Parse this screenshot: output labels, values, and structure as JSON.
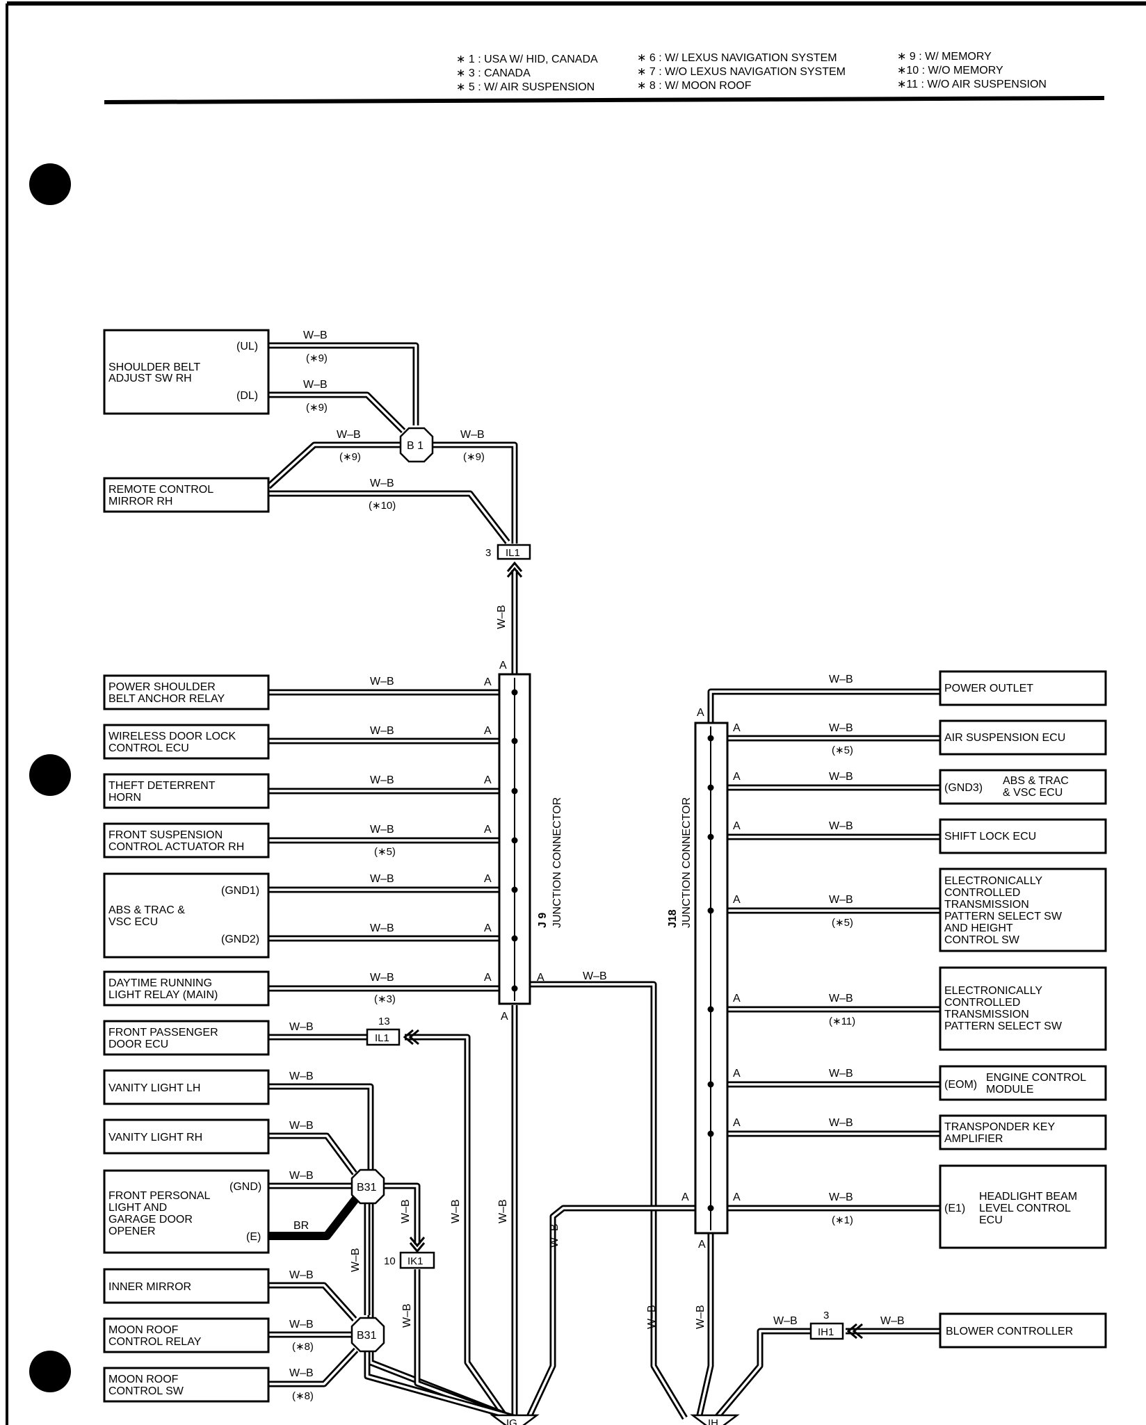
{
  "notes": [
    [
      "∗ 1 : USA W/ HID, CANADA",
      "∗ 3 : CANADA",
      "∗ 5 : W/ AIR SUSPENSION"
    ],
    [
      "∗ 6 : W/ LEXUS NAVIGATION SYSTEM",
      "∗ 7 : W/O LEXUS NAVIGATION SYSTEM",
      "∗ 8 : W/ MOON ROOF"
    ],
    [
      "∗ 9 : W/ MEMORY",
      "∗10 : W/O MEMORY",
      "∗11 : W/O AIR SUSPENSION"
    ]
  ],
  "wire_color": "W–B",
  "black_wire_color": "BR",
  "left_components": {
    "shoulder_belt": {
      "lines": [
        "SHOULDER BELT",
        "ADJUST SW RH"
      ],
      "pin_ul": "(UL)",
      "pin_dl": "(DL)"
    },
    "remote_mirror": {
      "lines": [
        "REMOTE CONTROL",
        "MIRROR RH"
      ]
    },
    "power_shoulder": {
      "lines": [
        "POWER SHOULDER",
        "BELT ANCHOR RELAY"
      ]
    },
    "wireless_door": {
      "lines": [
        "WIRELESS DOOR LOCK",
        "CONTROL ECU"
      ]
    },
    "theft_horn": {
      "lines": [
        "THEFT DETERRENT",
        "HORN"
      ]
    },
    "front_susp": {
      "lines": [
        "FRONT SUSPENSION",
        "CONTROL ACTUATOR RH"
      ]
    },
    "abs_left": {
      "lines": [
        "ABS & TRAC &",
        "VSC ECU"
      ],
      "pin_gnd1": "(GND1)",
      "pin_gnd2": "(GND2)"
    },
    "daytime": {
      "lines": [
        "DAYTIME RUNNING",
        "LIGHT RELAY (MAIN)"
      ]
    },
    "front_pass": {
      "lines": [
        "FRONT PASSENGER",
        "DOOR ECU"
      ]
    },
    "vanity_lh": {
      "lines": [
        "VANITY LIGHT LH"
      ]
    },
    "vanity_rh": {
      "lines": [
        "VANITY LIGHT RH"
      ]
    },
    "personal_light": {
      "lines": [
        "FRONT PERSONAL",
        "LIGHT AND",
        "GARAGE DOOR",
        "OPENER"
      ],
      "pin_gnd": "(GND)",
      "pin_e": "(E)"
    },
    "inner_mirror": {
      "lines": [
        "INNER MIRROR"
      ]
    },
    "moon_relay": {
      "lines": [
        "MOON ROOF",
        "CONTROL RELAY"
      ]
    },
    "moon_sw": {
      "lines": [
        "MOON ROOF",
        "CONTROL SW"
      ]
    }
  },
  "right_components": {
    "power_outlet": {
      "lines": [
        "POWER OUTLET"
      ]
    },
    "air_susp": {
      "lines": [
        "AIR SUSPENSION ECU"
      ]
    },
    "abs_right": {
      "lines": [
        "ABS & TRAC",
        "& VSC ECU"
      ],
      "pin": "(GND3)"
    },
    "shift_lock": {
      "lines": [
        "SHIFT LOCK ECU"
      ]
    },
    "ect_height": {
      "lines": [
        "ELECTRONICALLY",
        "CONTROLLED",
        "TRANSMISSION",
        "PATTERN SELECT SW",
        "AND HEIGHT",
        "CONTROL SW"
      ]
    },
    "ect": {
      "lines": [
        "ELECTRONICALLY",
        "CONTROLLED",
        "TRANSMISSION",
        "PATTERN SELECT SW"
      ]
    },
    "engine": {
      "lines": [
        "ENGINE CONTROL",
        "MODULE"
      ],
      "pin": "(EOM)"
    },
    "transponder": {
      "lines": [
        "TRANSPONDER KEY",
        "AMPLIFIER"
      ]
    },
    "headlight": {
      "lines": [
        "HEADLIGHT BEAM",
        "LEVEL CONTROL",
        "ECU"
      ],
      "pin": "(E1)"
    },
    "blower": {
      "lines": [
        "BLOWER CONTROLLER"
      ]
    }
  },
  "conditions": {
    "c9": "(∗9)",
    "c10": "(∗10)",
    "c5": "(∗5)",
    "c3": "(∗3)",
    "c8": "(∗8)",
    "c11": "(∗11)",
    "c1": "(∗1)"
  },
  "splices": {
    "b1": "B 1",
    "b31": "B31"
  },
  "connectors": {
    "il1_top": {
      "code": "IL1",
      "pin": "3"
    },
    "il1_pass": {
      "code": "IL1",
      "pin": "13"
    },
    "ik1": {
      "code": "IK1",
      "pin": "10"
    },
    "ih1": {
      "code": "IH1",
      "pin": "3"
    }
  },
  "junction_connectors": {
    "j9": {
      "id": "J 9",
      "name": "JUNCTION CONNECTOR"
    },
    "j18": {
      "id": "J18",
      "name": "JUNCTION CONNECTOR"
    }
  },
  "terminal": "A",
  "ground_labels": {
    "ig": "IG",
    "ih": "IH"
  }
}
